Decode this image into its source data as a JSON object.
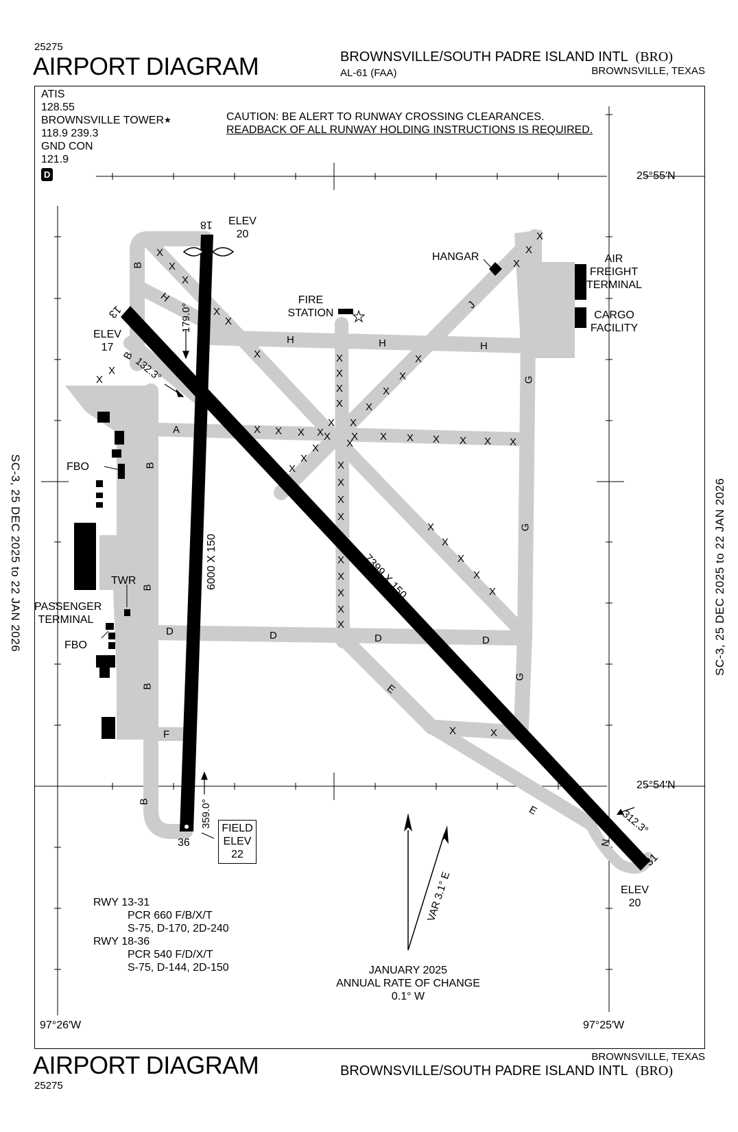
{
  "header": {
    "chart_id": "25275",
    "title": "AIRPORT DIAGRAM",
    "airport_name": "BROWNSVILLE/SOUTH PADRE ISLAND INTL",
    "airport_code": "(BRO)",
    "procedure": "AL-61 (FAA)",
    "city": "BROWNSVILLE, TEXAS"
  },
  "footer": {
    "title": "AIRPORT DIAGRAM",
    "chart_id": "25275",
    "city": "BROWNSVILLE, TEXAS",
    "airport_name": "BROWNSVILLE/SOUTH PADRE ISLAND INTL",
    "airport_code": "(BRO)"
  },
  "side_text": "SC-3,  25 DEC 2025  to  22 JAN 2026",
  "comms": {
    "atis_label": "ATIS",
    "atis_freq": "128.55",
    "tower_label": "BROWNSVILLE TOWER",
    "tower_star": "★",
    "tower_freq": "118.9  239.3",
    "gnd_label": "GND CON",
    "gnd_freq": "121.9",
    "class_badge": "D"
  },
  "caution": {
    "line1": "CAUTION:  BE ALERT TO RUNWAY CROSSING CLEARANCES.",
    "line2": "READBACK OF ALL RUNWAY HOLDING INSTRUCTIONS IS REQUIRED."
  },
  "coords": {
    "lat_north": "25°55′N",
    "lat_south": "25°54′N",
    "lon_west": "97°26′W",
    "lon_east": "97°25′W"
  },
  "runways": {
    "rwy18_label": "18",
    "rwy36_label": "36",
    "rwy13_label": "13",
    "rwy31_label": "31",
    "rwy1836_dims": "6000 X 150",
    "rwy1331_dims": "7399 X 150",
    "hdg_179": "179.0°",
    "hdg_359": "359.0°",
    "hdg_132": "132.3°",
    "hdg_312": "312.3°"
  },
  "elevations": {
    "elev_label": "ELEV",
    "elev18": "20",
    "elev13": "17",
    "elev31": "20",
    "field_label1": "FIELD",
    "field_label2": "ELEV",
    "field_elev": "22"
  },
  "facilities": {
    "hangar": "HANGAR",
    "air_freight_1": "AIR",
    "air_freight_2": "FREIGHT",
    "air_freight_3": "TERMINAL",
    "cargo_1": "CARGO",
    "cargo_2": "FACILITY",
    "fire_1": "FIRE",
    "fire_2": "STATION",
    "fbo_upper": "FBO",
    "fbo_lower": "FBO",
    "twr": "TWR",
    "passenger_1": "PASSENGER",
    "passenger_2": "TERMINAL"
  },
  "taxiways": {
    "A": "A",
    "B": "B",
    "D": "D",
    "E": "E",
    "F": "F",
    "G": "G",
    "H": "H",
    "J": "J",
    "N": "N"
  },
  "closed_mark": "X",
  "runway_info": {
    "r1_label": "RWY  13-31",
    "r1_pcr": "PCR  660 F/B/X/T",
    "r1_wt": "S-75, D-170, 2D-240",
    "r2_label": "RWY  18-36",
    "r2_pcr": "PCR  540 F/D/X/T",
    "r2_wt": "S-75, D-144, 2D-150"
  },
  "magnetic": {
    "var": "VAR 3.1° E",
    "date": "JANUARY 2025",
    "rate_label": "ANNUAL RATE OF CHANGE",
    "rate": "0.1° W"
  },
  "colors": {
    "taxiway": "#cccccc",
    "runway": "#000000",
    "building": "#000000"
  }
}
